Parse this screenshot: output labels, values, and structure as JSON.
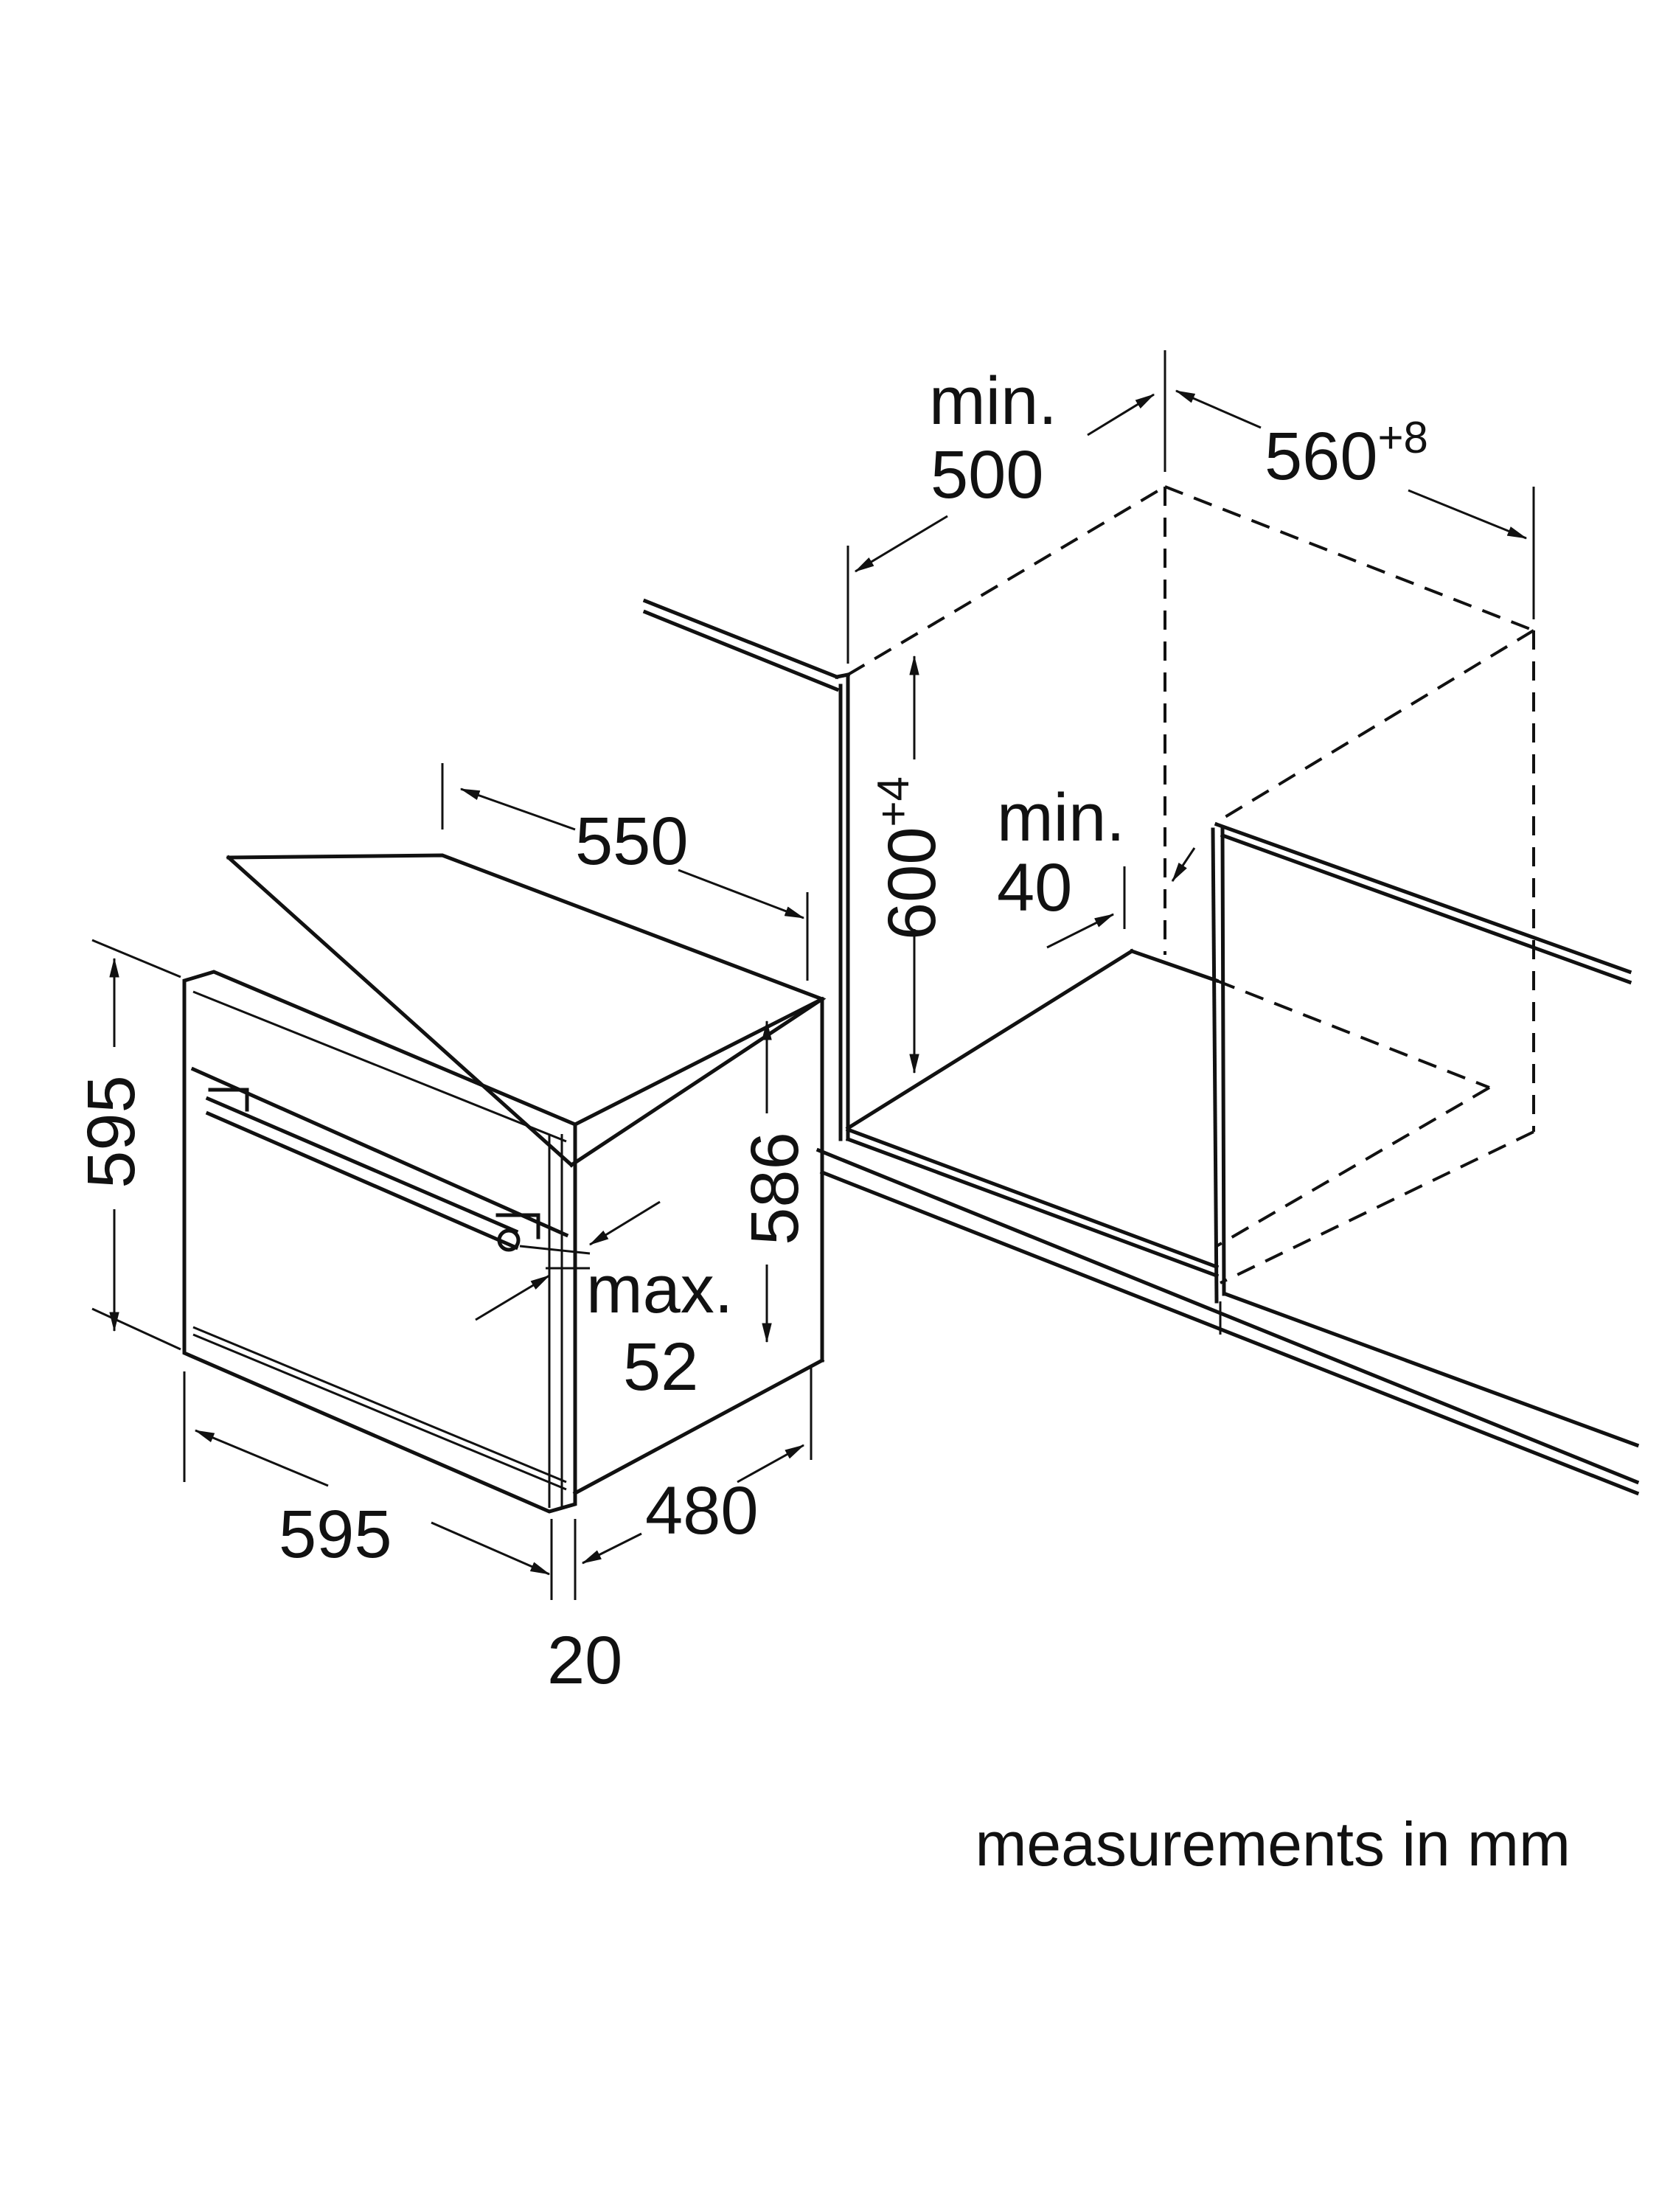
{
  "oven": {
    "depth": "550",
    "height": "595",
    "body_height": "586",
    "width": "595",
    "body_depth": "480",
    "front_thickness": "20",
    "handle_clearance_prefix": "max.",
    "handle_clearance_value": "52"
  },
  "niche": {
    "depth_prefix": "min.",
    "depth_value": "500",
    "width_base": "560",
    "width_tolerance": "+8",
    "height_base": "600",
    "height_tolerance": "+4",
    "side_gap_prefix": "min.",
    "side_gap_value": "40"
  },
  "note": "measurements in mm"
}
